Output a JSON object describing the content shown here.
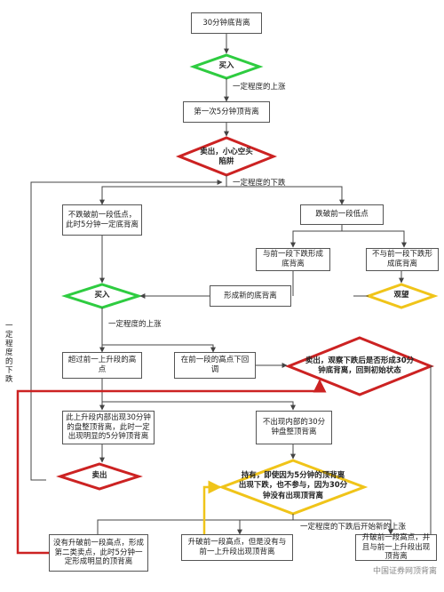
{
  "nodes": {
    "start": "30分钟底背离",
    "buy1": "买入",
    "first_top": "第一次5分钟顶背离",
    "sell1": "卖出，小心空头陷阱",
    "no_break": "不跌破前一段低点，此时5分钟一定底背离",
    "break_low": "跌破前一段低点",
    "with_div": "与前一段下跌形成底背离",
    "no_div": "不与前一段下跌形成底背离",
    "new_div": "形成新的底背离",
    "buy2": "买入",
    "watch": "观望",
    "exceed_high": "超过前一上升段的高点",
    "below_high": "在前一段的高点下回调",
    "sell_watch": "卖出，观察下跌后是否形成30分钟底背离，回到初始状态",
    "must_top": "此上升段内部出现30分钟的盘整顶背离，此时一定出现明显的5分钟顶背离",
    "no_inner": "不出现内部的30分钟盘整顶背离",
    "sell2": "卖出",
    "hold": "持有，即使因为5分钟的顶背离出现下跌，也不参与，因为30分钟没有出现顶背离",
    "no_exceed": "没有升破前一段高点，形成第二类卖点，此时5分钟一定形成明显的顶背离",
    "break_but_no": "升破前一段高点，但是没有与前一上升段出现顶背离",
    "break_with": "升破前一段高点，并且与前一上升段出现顶背离"
  },
  "labels": {
    "up1": "一定程度的上涨",
    "down1": "一定程度的下跌",
    "up2": "一定程度的上涨",
    "down_side": "一定程度的下跌",
    "down_new": "一定程度的下跌后开始新的上涨"
  },
  "watermark": "中国证券网顶背离",
  "colors": {
    "buy_diamond": "#2ecc40",
    "sell_diamond": "#cc2222",
    "watch_diamond": "#f0c419",
    "arrow": "#444444",
    "red_line": "#cc2222",
    "yellow_line": "#f0c419"
  }
}
